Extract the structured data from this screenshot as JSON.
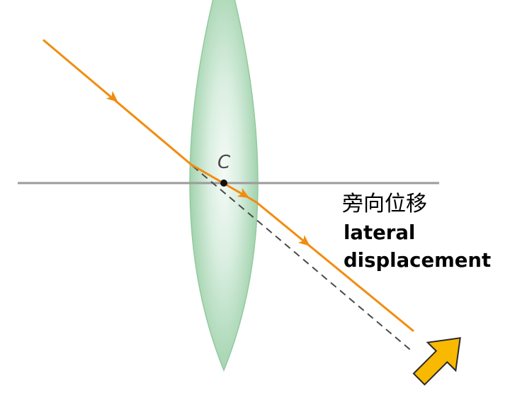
{
  "diagram": {
    "optical_center_label": "C",
    "annotation": {
      "zh": "旁向位移",
      "en_line1": "lateral",
      "en_line2": "displacement"
    }
  },
  "colors": {
    "ray": "#f28c0f",
    "lens_edge": "#a2d3ad",
    "lens_mid": "#d9eee0",
    "lens_center": "#f4faf6",
    "lens_outline": "#93c9a0",
    "axis": "#9b9b9b",
    "dashed_line": "#4a4a4a",
    "optical_center_dot": "#111111",
    "pointer_arrow": "#f9b900"
  },
  "icons": {
    "ray_direction": "arrowhead-icon",
    "pointer": "arrow-up-right-icon"
  }
}
